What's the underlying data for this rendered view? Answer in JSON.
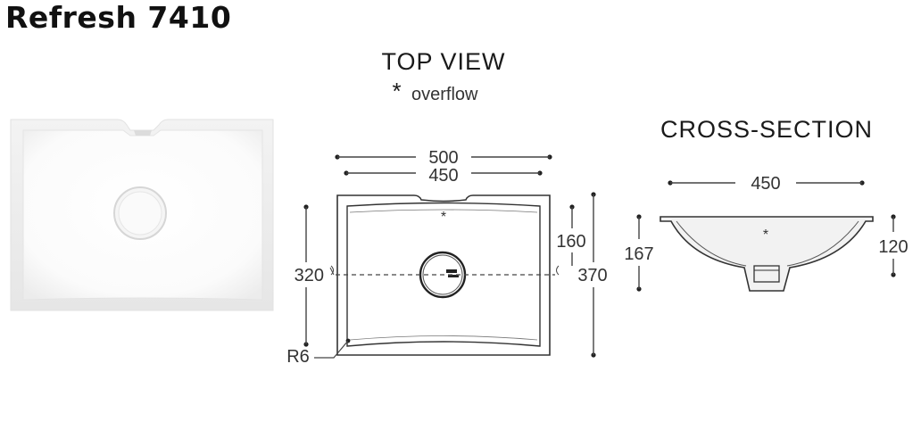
{
  "title": "Refresh 7410",
  "top_view": {
    "heading": "TOP VIEW",
    "note_symbol": "*",
    "note_text": "overflow",
    "dim_outer_width": "500",
    "dim_inner_width": "450",
    "dim_depth_inner": "320",
    "dim_depth_outer": "370",
    "dim_drain_offset": "160",
    "radius_label": "R6",
    "overflow_mark": "*"
  },
  "cross_section": {
    "heading": "CROSS-SECTION",
    "dim_width": "450",
    "dim_height_outer": "167",
    "dim_height_inner": "120",
    "overflow_mark": "*"
  }
}
